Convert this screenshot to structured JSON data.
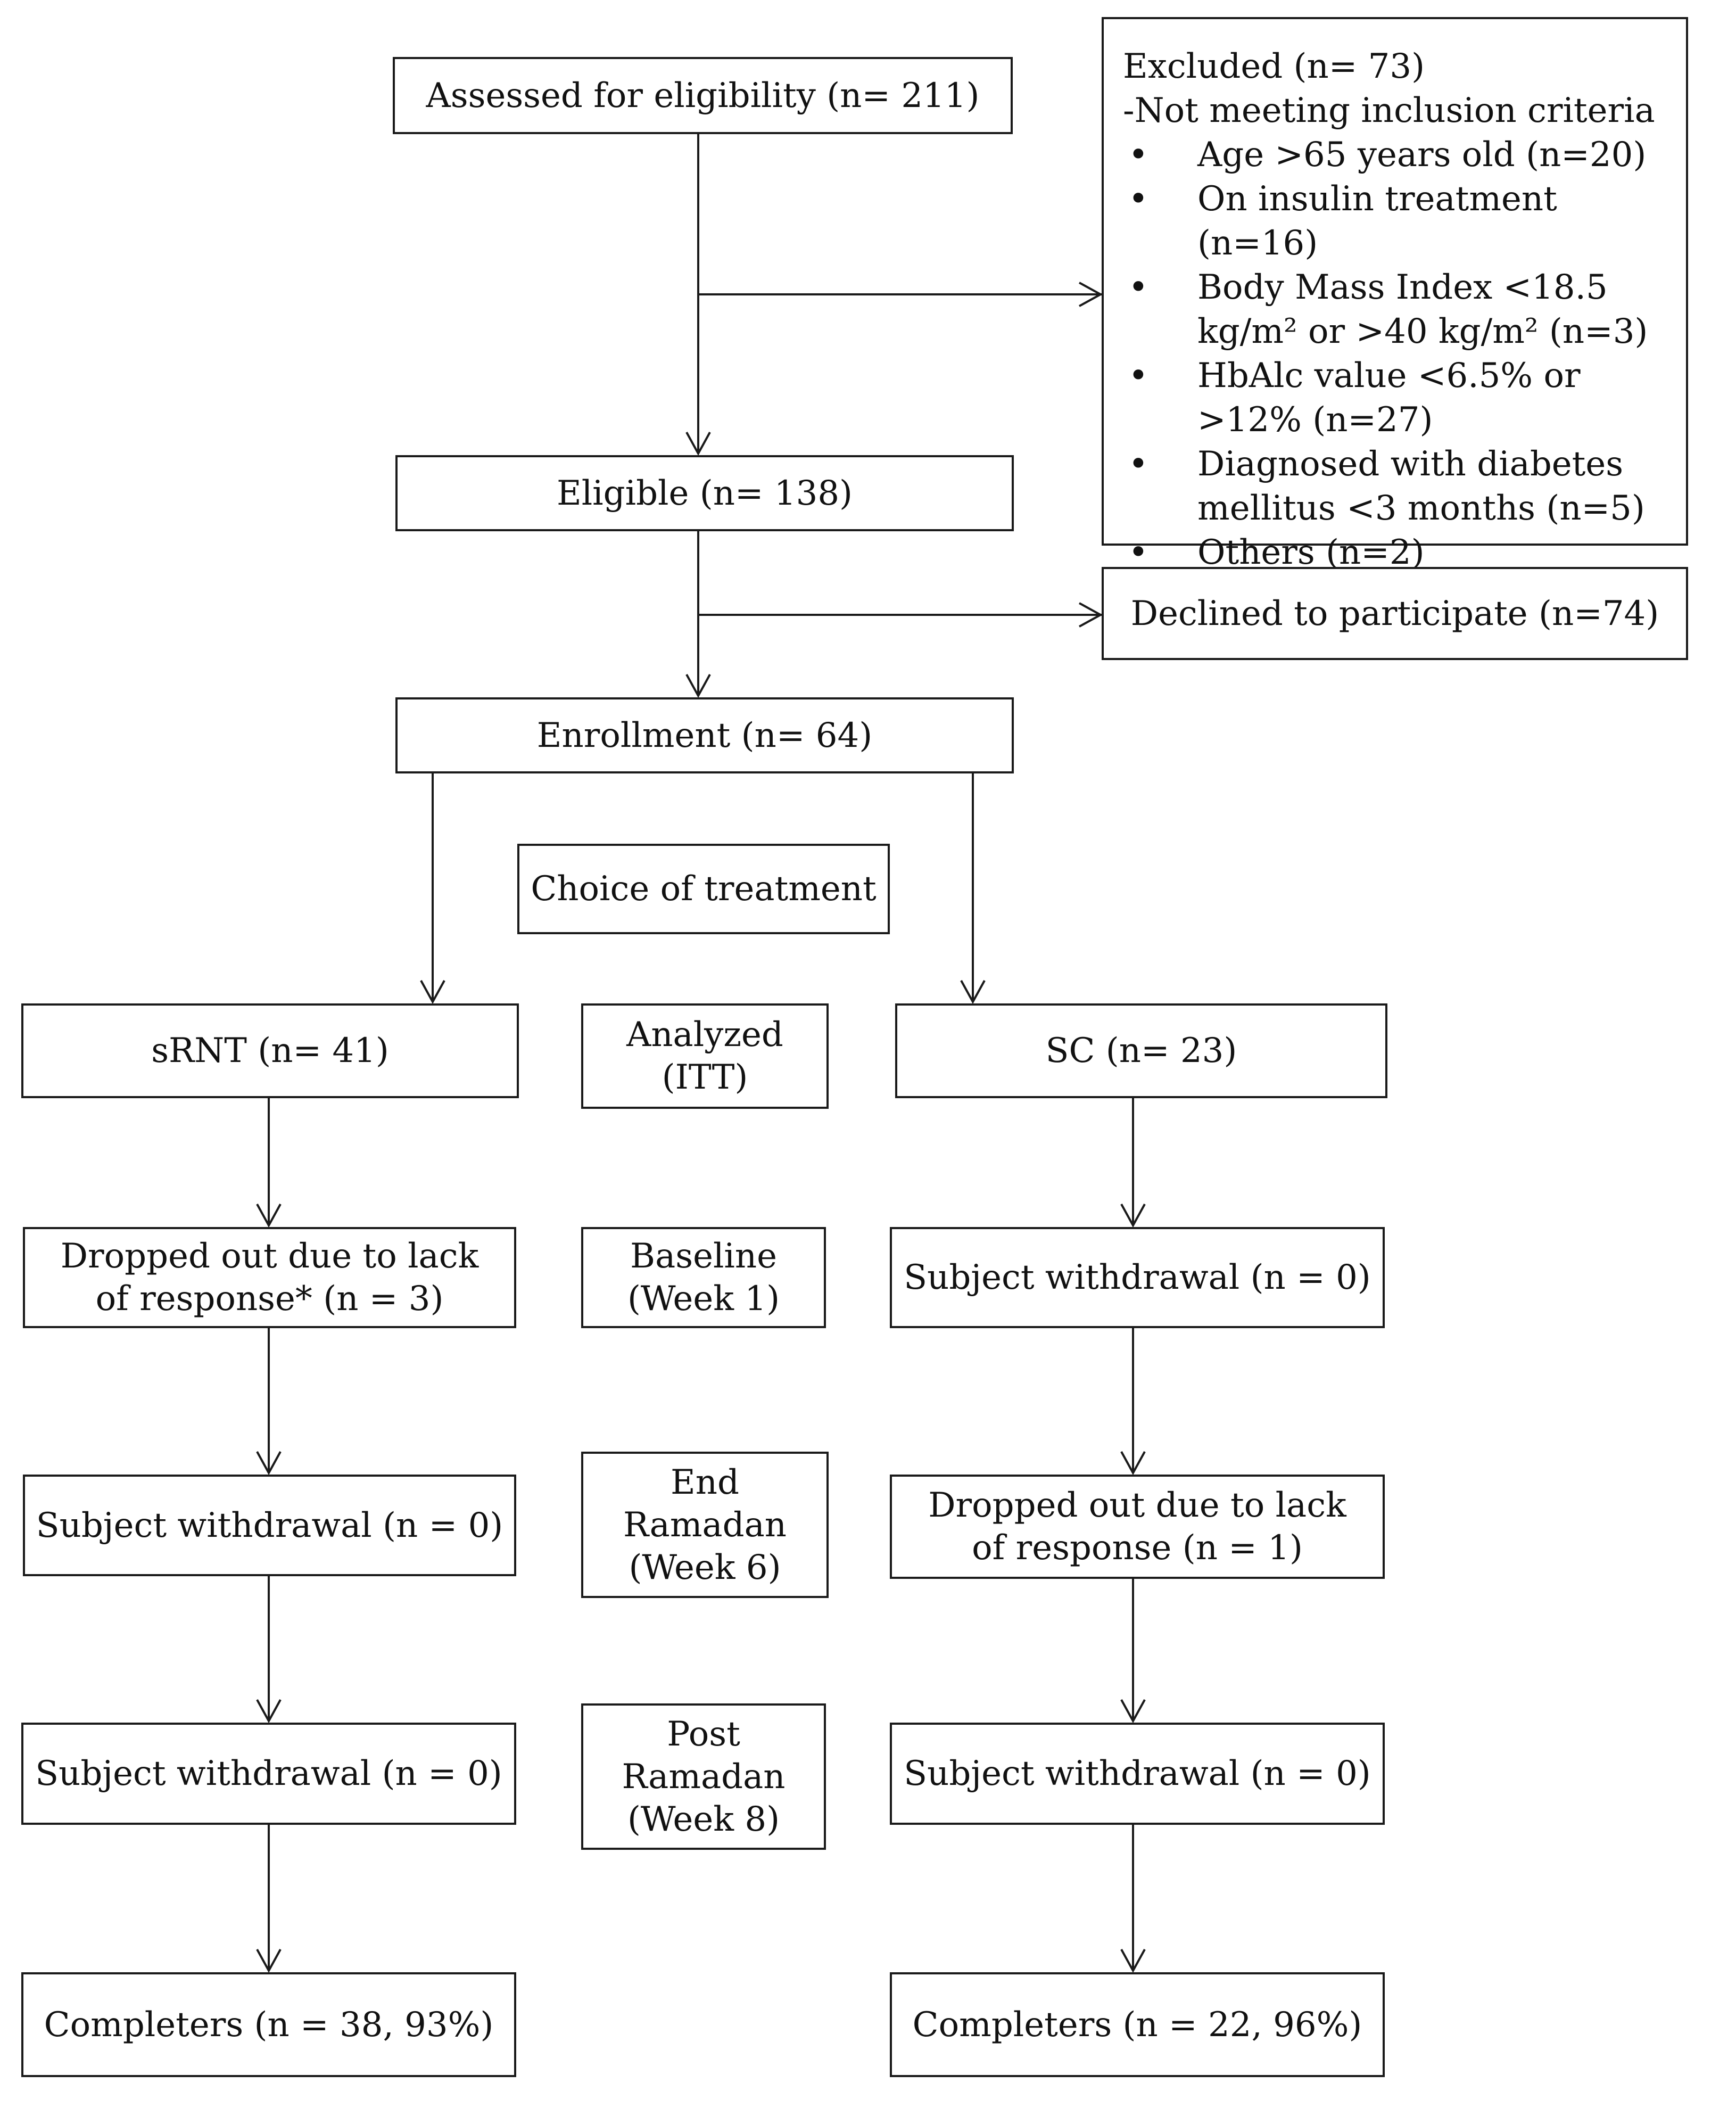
{
  "flow": {
    "assessed": "Assessed for eligibility (n= 211)",
    "excluded": {
      "title": "Excluded (n= 73)",
      "subtitle": "-Not meeting inclusion criteria",
      "items": [
        "Age >65 years old (n=20)",
        "On insulin treatment (n=16)",
        "Body Mass Index <18.5 kg/m² or >40 kg/m² (n=3)",
        "HbAlc value <6.5% or >12% (n=27)",
        "Diagnosed with diabetes mellitus <3 months (n=5)",
        "Others (n=2)"
      ]
    },
    "eligible": "Eligible (n= 138)",
    "declined": "Declined to participate (n=74)",
    "enrollment": "Enrollment (n= 64)",
    "choice": "Choice of treatment",
    "left": {
      "arm": "sRNT (n= 41)",
      "s1": "Dropped out due to lack of response* (n = 3)",
      "s2": "Subject withdrawal (n = 0)",
      "s3": "Subject withdrawal (n = 0)",
      "completers": "Completers (n = 38, 93%)"
    },
    "right": {
      "arm": "SC (n= 23)",
      "s1": "Subject withdrawal (n = 0)",
      "s2": "Dropped out due to lack of response (n = 1)",
      "s3": "Subject withdrawal (n = 0)",
      "completers": "Completers (n = 22, 96%)"
    },
    "middle": {
      "analyzed": "Analyzed (ITT)",
      "baseline": "Baseline (Week 1)",
      "end": "End Ramadan (Week 6)",
      "post": "Post Ramadan (Week 8)"
    }
  }
}
